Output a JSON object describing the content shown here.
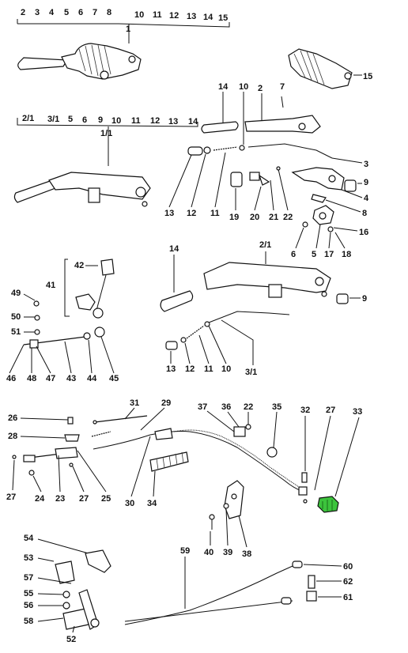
{
  "colors": {
    "ink": "#111111",
    "background": "#ffffff",
    "highlight": "#3cc43c"
  },
  "row1": {
    "numbers": [
      "2",
      "3",
      "4",
      "5",
      "6",
      "7",
      "8",
      "10",
      "11",
      "12",
      "13",
      "14",
      "15"
    ],
    "part_label": "1",
    "right_label": "15"
  },
  "row2": {
    "numbers": [
      "2/1",
      "3/1",
      "5",
      "6",
      "9",
      "10",
      "11",
      "12",
      "13",
      "14"
    ],
    "part_label": "1/1"
  },
  "labels": {
    "l14a": "14",
    "l10a": "10",
    "l7": "7",
    "l2": "2",
    "l3": "3",
    "l9a": "9",
    "l4": "4",
    "l8": "8",
    "l16": "16",
    "l18": "18",
    "l17": "17",
    "l5": "5",
    "l6": "6",
    "l13a": "13",
    "l12a": "12",
    "l11a": "11",
    "l19": "19",
    "l20": "20",
    "l21": "21",
    "l22a": "22",
    "l14b": "14",
    "l21b": "2/1",
    "l9b": "9",
    "l13b": "13",
    "l12b": "12",
    "l11b": "11",
    "l10b": "10",
    "l31b": "3/1",
    "l42": "42",
    "l41": "41",
    "l49": "49",
    "l50": "50",
    "l51": "51",
    "l46": "46",
    "l48": "48",
    "l47": "47",
    "l43": "43",
    "l44": "44",
    "l45": "45",
    "l31": "31",
    "l29": "29",
    "l37": "37",
    "l36": "36",
    "l22b": "22",
    "l35": "35",
    "l32": "32",
    "l27a": "27",
    "l33": "33",
    "l26": "26",
    "l28": "28",
    "l27b": "27",
    "l24": "24",
    "l23": "23",
    "l27c": "27",
    "l25": "25",
    "l30": "30",
    "l34": "34",
    "l40": "40",
    "l39": "39",
    "l38": "38",
    "l54": "54",
    "l53": "53",
    "l57": "57",
    "l55": "55",
    "l56": "56",
    "l58": "58",
    "l52": "52",
    "l59": "59",
    "l60": "60",
    "l62": "62",
    "l61": "61"
  }
}
